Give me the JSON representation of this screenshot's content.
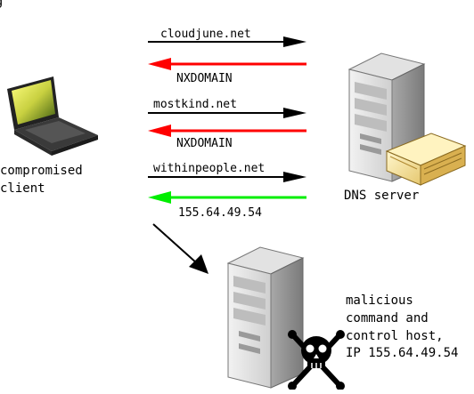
{
  "header_fragment": "g",
  "client": {
    "label_lines": [
      "compromised",
      "client"
    ]
  },
  "dns_server": {
    "label": "DNS server"
  },
  "queries": [
    {
      "domain": "cloudjune.net",
      "response": "NXDOMAIN",
      "response_color": "#ff0000"
    },
    {
      "domain": "mostkind.net",
      "response": "NXDOMAIN",
      "response_color": "#ff0000"
    },
    {
      "domain": "withinpeople.net",
      "response": "155.64.49.54",
      "response_color": "#00ee00"
    }
  ],
  "cnc_host": {
    "label_lines": [
      "malicious",
      "command and",
      "control host,",
      "IP 155.64.49.54"
    ]
  },
  "colors": {
    "request_arrow": "#000000",
    "nxdomain_arrow": "#ff0000",
    "resolved_arrow": "#00ee00"
  }
}
